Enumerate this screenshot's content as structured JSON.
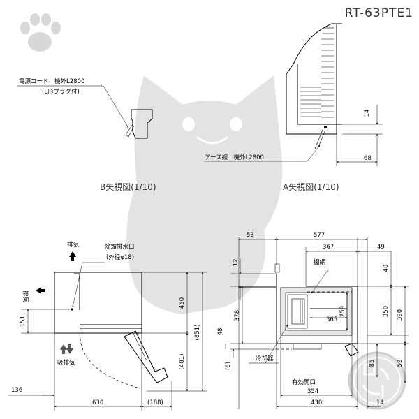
{
  "model": "RT-63PTE1",
  "labels": {
    "power_cord": "電源コード　機外L2800",
    "power_cord_plug": "(L形プラグ付)",
    "earth_wire": "アース線　機外L2800",
    "view_b": "B矢視図(1/10)",
    "view_a": "A矢視図(1/10)",
    "exhaust": "排気",
    "exhaust_side": "排気",
    "intake_exhaust": "吸排気",
    "drain": "除霜排水口",
    "drain_dia": "(外径φ18)",
    "shelf_net": "棚網",
    "cooler": "冷却器",
    "opening": "有効開口"
  },
  "dims": {
    "d14_top": "14",
    "d68": "68",
    "d53": "53",
    "d577": "577",
    "d367": "367",
    "d49": "49",
    "d12": "12",
    "d40": "40",
    "d378": "378",
    "d259": "259",
    "d350": "350",
    "d390": "390",
    "d365": "365",
    "d48": "48",
    "d6": "(6)",
    "d85": "85",
    "d52": "52",
    "d354": "354",
    "d430": "430",
    "d14_bottom": "14",
    "d450": "450",
    "d851": "(851)",
    "d401": "(401)",
    "d151": "151",
    "d136": "136",
    "d630": "630",
    "d188": "(188)"
  },
  "icons": {
    "paw": "paw-print-icon",
    "cat": "cat-silhouette-watermark",
    "seal": "shop-seal-stamp"
  }
}
